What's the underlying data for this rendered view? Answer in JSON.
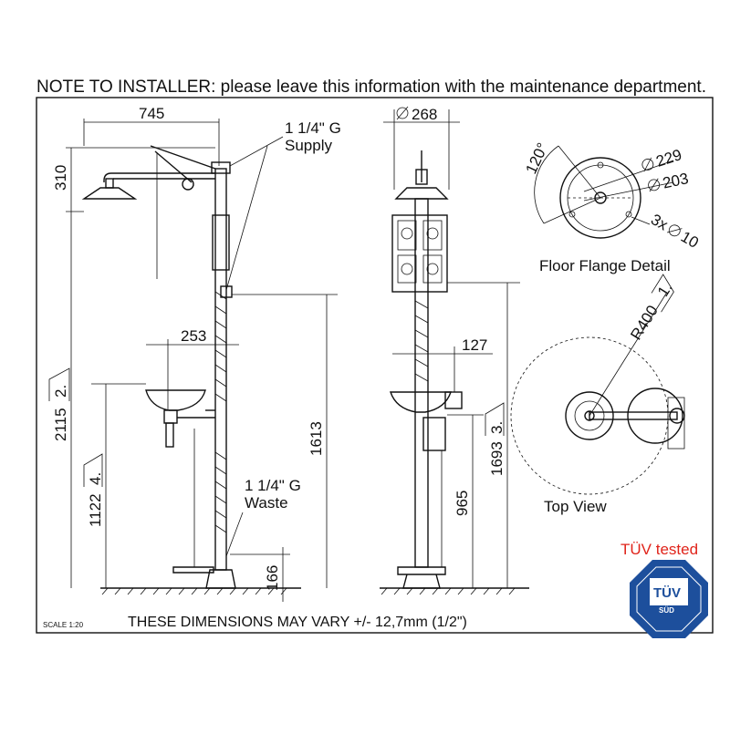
{
  "header_note": "NOTE TO INSTALLER: please leave this information with the maintenance department.",
  "side_view": {
    "dim_width": "745",
    "dim_head_height": "310",
    "dim_bowl_offset": "253",
    "dim_total_height": "2115",
    "tag_total_height": "2.",
    "dim_valve_height": "1613",
    "dim_bowl_height": "1122",
    "tag_bowl_height": "4.",
    "dim_waste_height": "166",
    "supply_label_line1": "1 1/4\" G",
    "supply_label_line2": "Supply",
    "waste_label_line1": "1 1/4\" G",
    "waste_label_line2": "Waste"
  },
  "front_view": {
    "dim_head_diameter": "268",
    "dim_offset": "127",
    "dim_handle_height": "965",
    "dim_sign_height": "1693",
    "tag_sign_height": "3."
  },
  "flange_detail": {
    "angle": "120°",
    "dim_outer_diameter": "229",
    "dim_bolt_circle": "203",
    "dim_holes": "3x",
    "dim_hole_diameter": "10",
    "title": "Floor Flange Detail"
  },
  "top_view": {
    "dim_radius": "R400",
    "tag_radius": "1.",
    "title": "Top View"
  },
  "footer_note": "THESE DIMENSIONS MAY VARY +/- 12,7mm (1/2\")",
  "scale": "SCALE 1:20",
  "certification": {
    "title": "TÜV tested",
    "title_color": "#e0241b",
    "badge_text": "TÜV",
    "badge_subtext": "SÜD",
    "badge_color": "#1d4f9c"
  }
}
